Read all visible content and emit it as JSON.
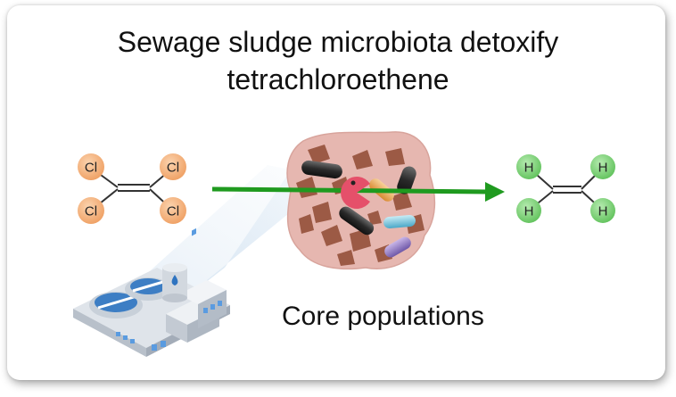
{
  "title_line1": "Sewage sludge microbiota detoxify",
  "title_line2": "tetrachloroethene",
  "caption": "Core populations",
  "left_molecule": {
    "atoms": [
      "Cl",
      "Cl",
      "Cl",
      "Cl"
    ],
    "atom_color": "#f5b27e"
  },
  "right_molecule": {
    "atoms": [
      "H",
      "H",
      "H",
      "H"
    ],
    "atom_color": "#7fd57a"
  },
  "colors": {
    "arrow": "#1f9a1f",
    "sludge": "#e6b7b0",
    "particle": "#9c5a45",
    "building": "#cfd6df",
    "water": "#4a8fd6"
  },
  "icons": [
    "treatment-plant-icon",
    "sludge-floc-icon",
    "reaction-arrow-icon"
  ]
}
